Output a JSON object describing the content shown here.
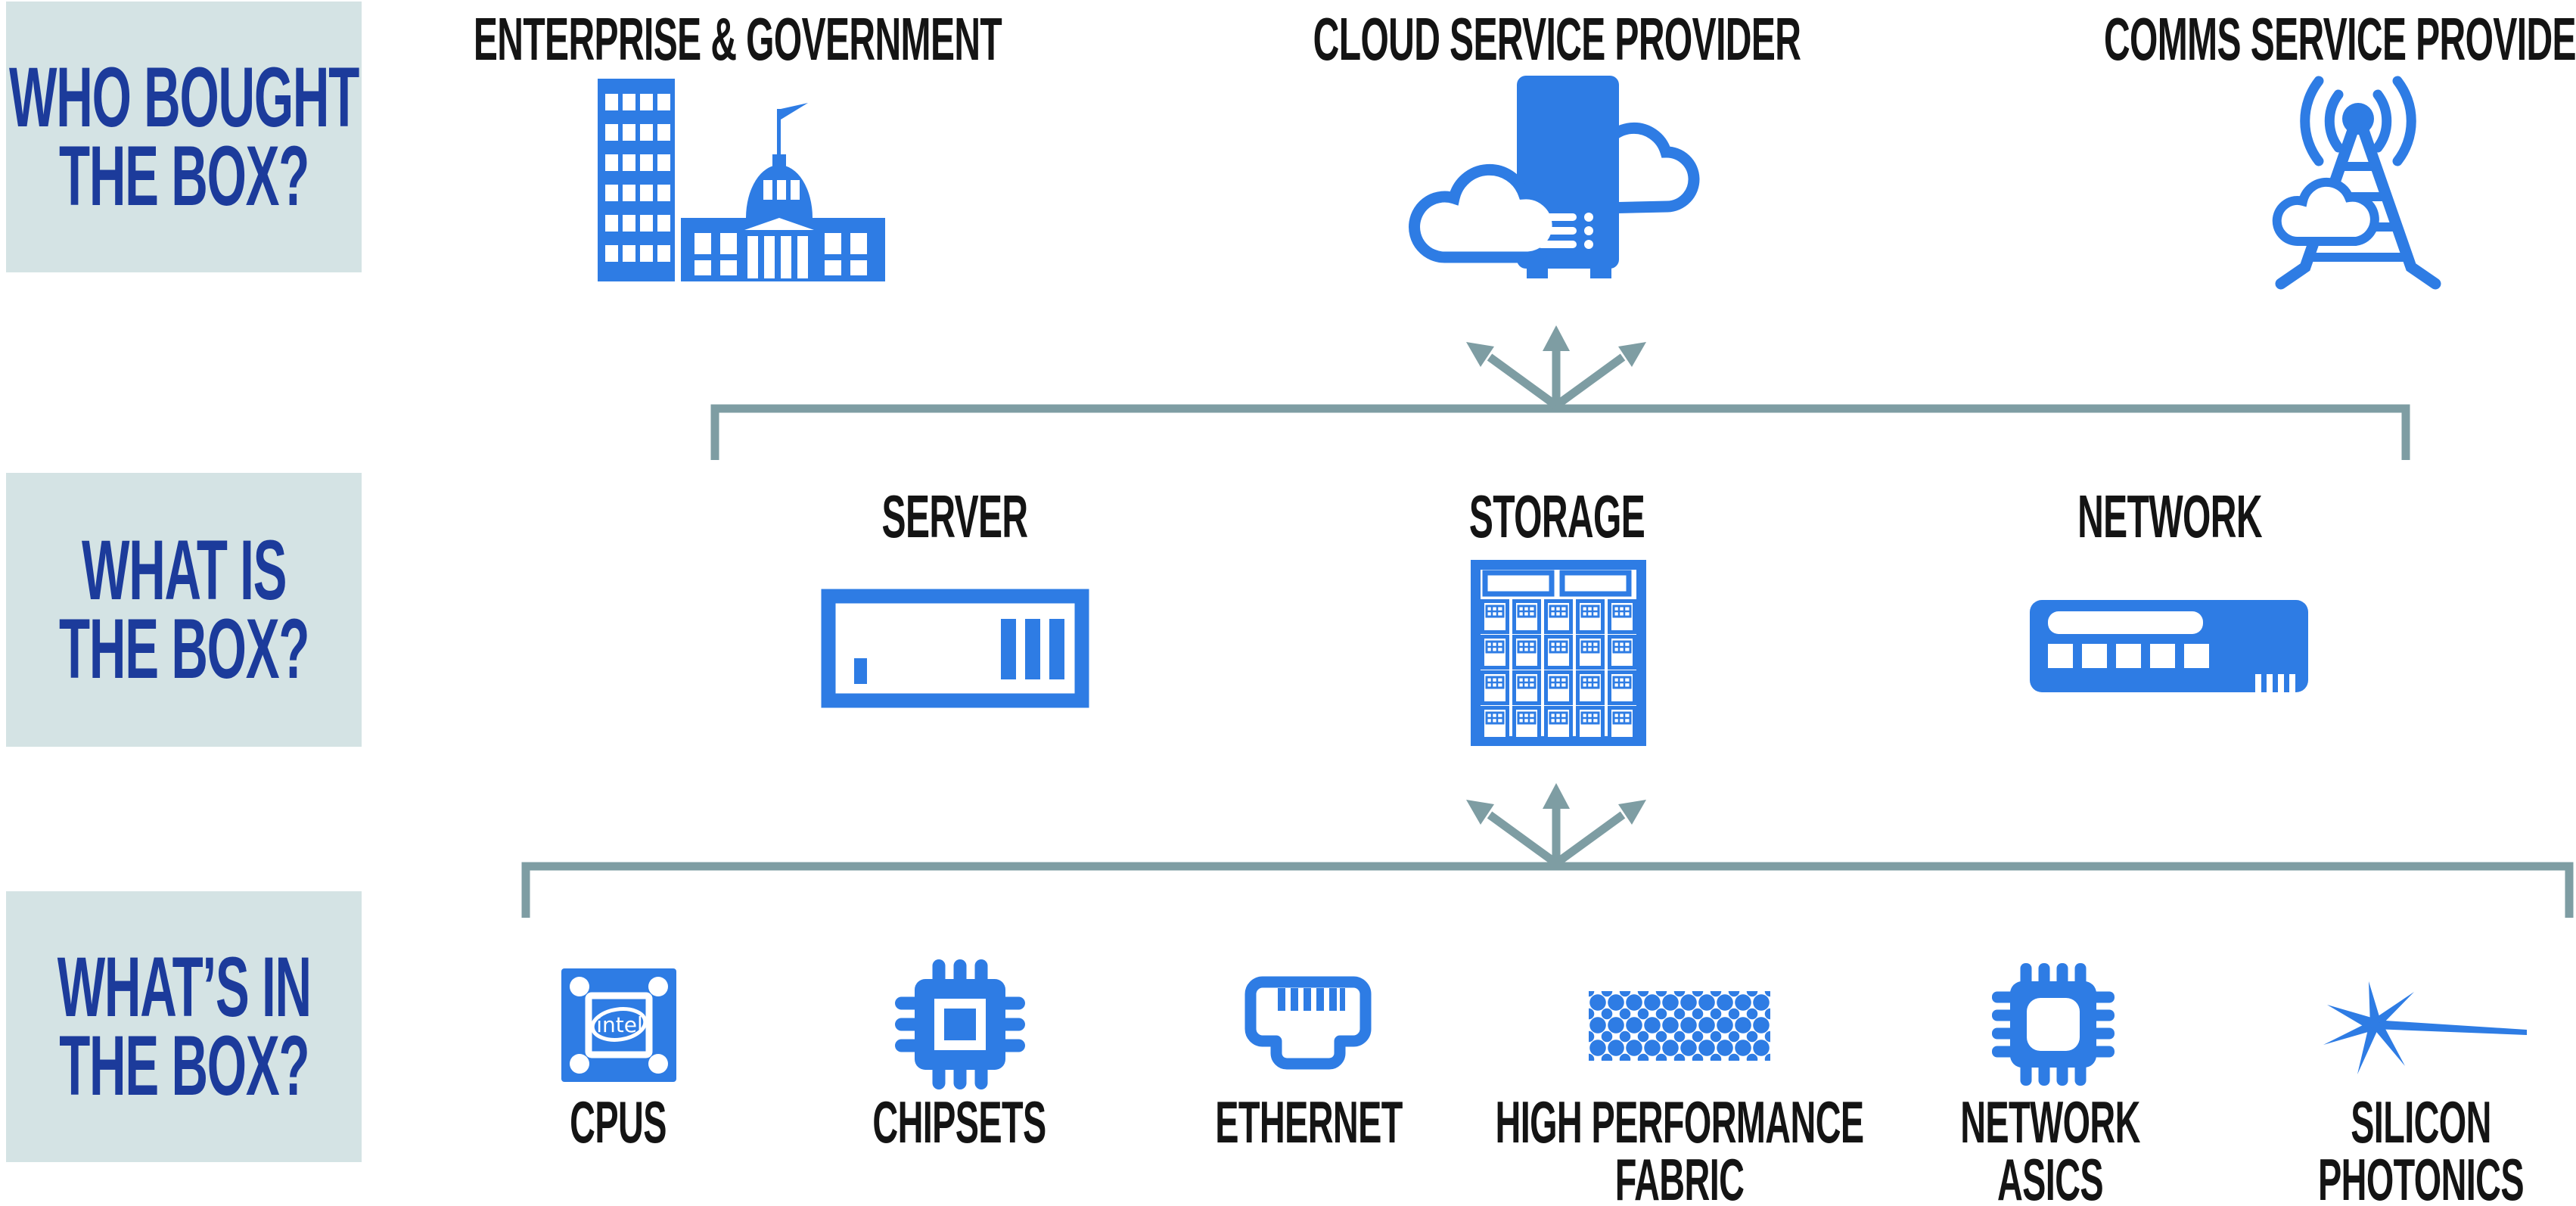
{
  "questions": [
    {
      "line1": "WHO BOUGHT",
      "line2": "THE BOX?"
    },
    {
      "line1": "WHAT IS",
      "line2": "THE BOX?"
    },
    {
      "line1": "WHAT’S IN",
      "line2": "THE BOX?"
    }
  ],
  "buyers": {
    "enterprise": {
      "label": "ENTERPRISE & GOVERNMENT"
    },
    "cloud": {
      "label": "CLOUD SERVICE PROVIDER"
    },
    "comms": {
      "label": "COMMS SERVICE PROVIDER"
    }
  },
  "boxes": {
    "server": {
      "label": "SERVER"
    },
    "storage": {
      "label": "STORAGE"
    },
    "network": {
      "label": "NETWORK"
    }
  },
  "components": {
    "cpus": {
      "label": "CPUS",
      "brand": "intel"
    },
    "chipsets": {
      "label": "CHIPSETS"
    },
    "ethernet": {
      "label": "ETHERNET"
    },
    "fabric": {
      "line1": "HIGH PERFORMANCE",
      "line2": "FABRIC"
    },
    "asics": {
      "line1": "NETWORK",
      "line2": "ASICS"
    },
    "photonics": {
      "line1": "SILICON",
      "line2": "PHOTONICS"
    }
  },
  "colors": {
    "icon_blue": "#2e7ce4",
    "question_navy": "#1c3b9b",
    "question_bg": "#d4e3e4",
    "connector_teal": "#7e9da3",
    "heading_black": "#141414"
  }
}
